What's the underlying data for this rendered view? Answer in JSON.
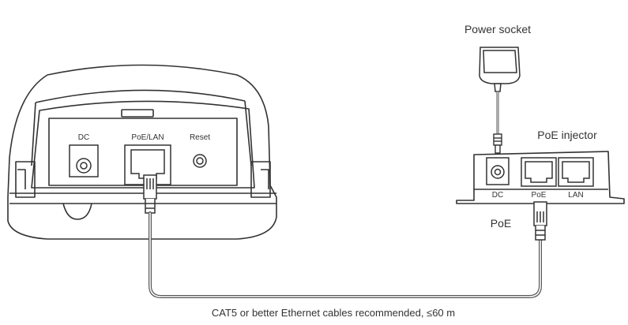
{
  "labels": {
    "power_socket": "Power socket",
    "poe_injector": "PoE injector",
    "poe": "PoE",
    "cable_note": "CAT5 or better Ethernet cables recommended, ≤60 m"
  },
  "cpe_ports": {
    "dc": "DC",
    "poe_lan": "PoE/LAN",
    "reset": "Reset"
  },
  "injector_ports": {
    "dc": "DC",
    "poe": "PoE",
    "lan": "LAN"
  },
  "colors": {
    "line": "#333333",
    "cable": "#555555",
    "device_fill": "#ffffff"
  }
}
